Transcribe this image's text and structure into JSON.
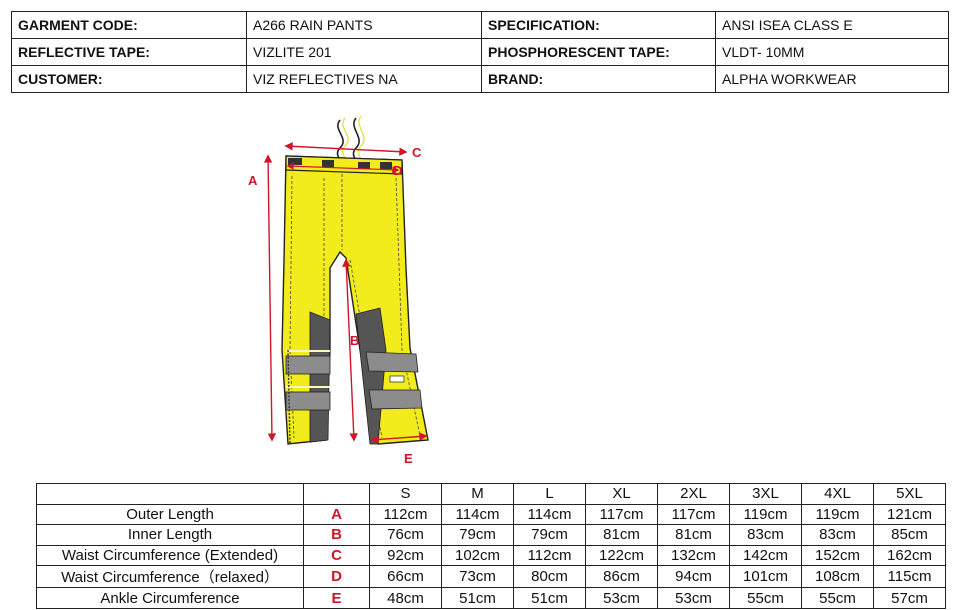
{
  "spec": {
    "rows": [
      {
        "k1": "GARMENT CODE:",
        "v1": "A266 RAIN PANTS",
        "k2": "SPECIFICATION:",
        "v2": "ANSI ISEA CLASS E"
      },
      {
        "k1": "REFLECTIVE TAPE:",
        "v1": "VIZLITE 201",
        "k2": "PHOSPHORESCENT TAPE:",
        "v2": "VLDT- 10MM"
      },
      {
        "k1": "CUSTOMER:",
        "v1": "VIZ REFLECTIVES NA",
        "k2": "BRAND:",
        "v2": "ALPHA WORKWEAR"
      }
    ]
  },
  "drawing": {
    "labels": {
      "a": "A",
      "b": "B",
      "c": "C",
      "d": "D",
      "e": "E"
    },
    "colors": {
      "garment": "#f3ec1c",
      "tape": "#8c8c8c",
      "panel": "#555555",
      "arrow": "#d0152b",
      "outline": "#222222"
    }
  },
  "size_chart": {
    "sizes": [
      "S",
      "M",
      "L",
      "XL",
      "2XL",
      "3XL",
      "4XL",
      "5XL"
    ],
    "rows": [
      {
        "name": "Outer Length",
        "code": "A",
        "values": [
          "112cm",
          "114cm",
          "114cm",
          "117cm",
          "117cm",
          "119cm",
          "119cm",
          "121cm"
        ]
      },
      {
        "name": "Inner Length",
        "code": "B",
        "values": [
          "76cm",
          "79cm",
          "79cm",
          "81cm",
          "81cm",
          "83cm",
          "83cm",
          "85cm"
        ]
      },
      {
        "name": "Waist Circumference (Extended)",
        "code": "C",
        "values": [
          "92cm",
          "102cm",
          "112cm",
          "122cm",
          "132cm",
          "142cm",
          "152cm",
          "162cm"
        ]
      },
      {
        "name": "Waist Circumference（relaxed）",
        "code": "D",
        "values": [
          "66cm",
          "73cm",
          "80cm",
          "86cm",
          "94cm",
          "101cm",
          "108cm",
          "115cm"
        ]
      },
      {
        "name": "Ankle Circumference",
        "code": "E",
        "values": [
          "48cm",
          "51cm",
          "51cm",
          "53cm",
          "53cm",
          "55cm",
          "55cm",
          "57cm"
        ]
      }
    ]
  }
}
